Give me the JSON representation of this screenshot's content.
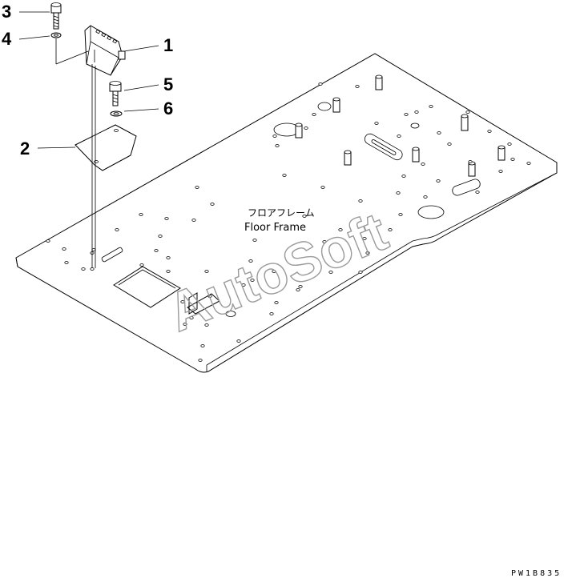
{
  "callouts": [
    {
      "number": "1"
    },
    {
      "number": "2"
    },
    {
      "number": "3"
    },
    {
      "number": "4"
    },
    {
      "number": "5"
    },
    {
      "number": "6"
    }
  ],
  "floor_frame": {
    "label_jp": "フロアフレーム",
    "label_en": "Floor Frame"
  },
  "watermark": "AutoSoft",
  "drawing_code": "PW1B835"
}
